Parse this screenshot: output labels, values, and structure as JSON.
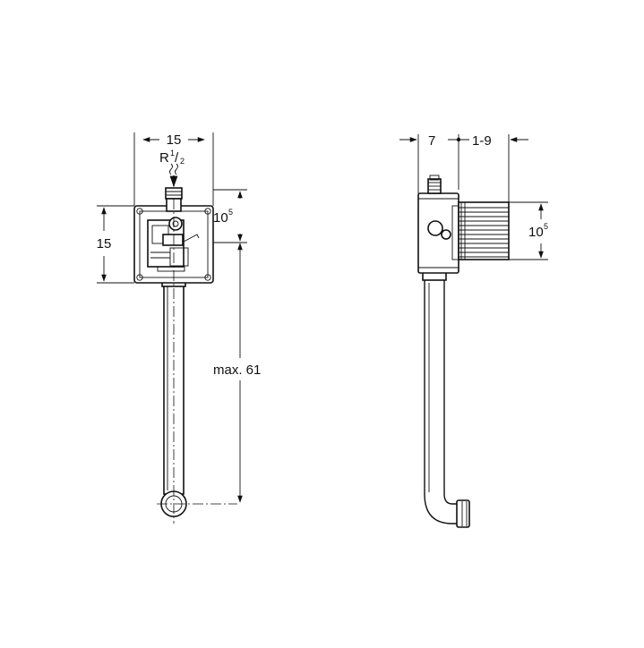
{
  "front_view": {
    "width_label": "15",
    "thread_label_main": "R",
    "thread_label_num": "1",
    "thread_label_den": "2",
    "top_offset_main": "10",
    "top_offset_sup": "5",
    "height_label": "15",
    "length_label": "max. 61"
  },
  "side_view": {
    "depth_label": "7",
    "adjust_label": "1-9",
    "offset_main": "10",
    "offset_sup": "5"
  },
  "colors": {
    "line": "#111111",
    "background": "#ffffff"
  }
}
